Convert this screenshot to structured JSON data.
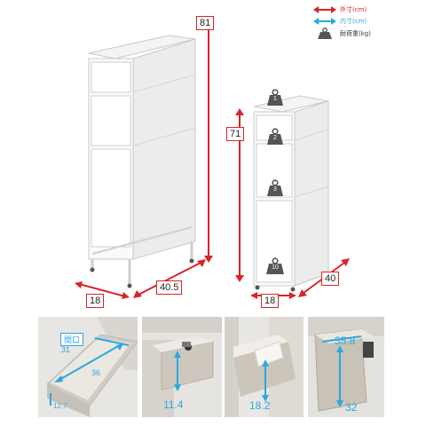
{
  "legend": {
    "outer": {
      "label": "外寸(cm)",
      "color": "#d8232a"
    },
    "inner": {
      "label": "内寸(cm)",
      "color": "#2aa8e0"
    },
    "load": {
      "label": "耐荷重(kg)",
      "icon": "weight-icon"
    }
  },
  "tall_cabinet": {
    "height": "81",
    "width": "18",
    "depth": "40.5"
  },
  "short_cabinet": {
    "height": "71",
    "width": "18",
    "depth": "40",
    "loads": [
      "1",
      "2",
      "3",
      "10"
    ]
  },
  "photos": {
    "drawer_inner": {
      "opening_label": "間口",
      "opening_value": "31",
      "depth": "36",
      "height": "12.7"
    },
    "drawer_small": {
      "height": "11.4"
    },
    "drawer_medium": {
      "height": "18.2"
    },
    "drawer_large": {
      "width": "35.8",
      "height": "32"
    }
  },
  "colors": {
    "outer": "#d8232a",
    "inner": "#2aa8e0",
    "text_dark": "#222"
  }
}
